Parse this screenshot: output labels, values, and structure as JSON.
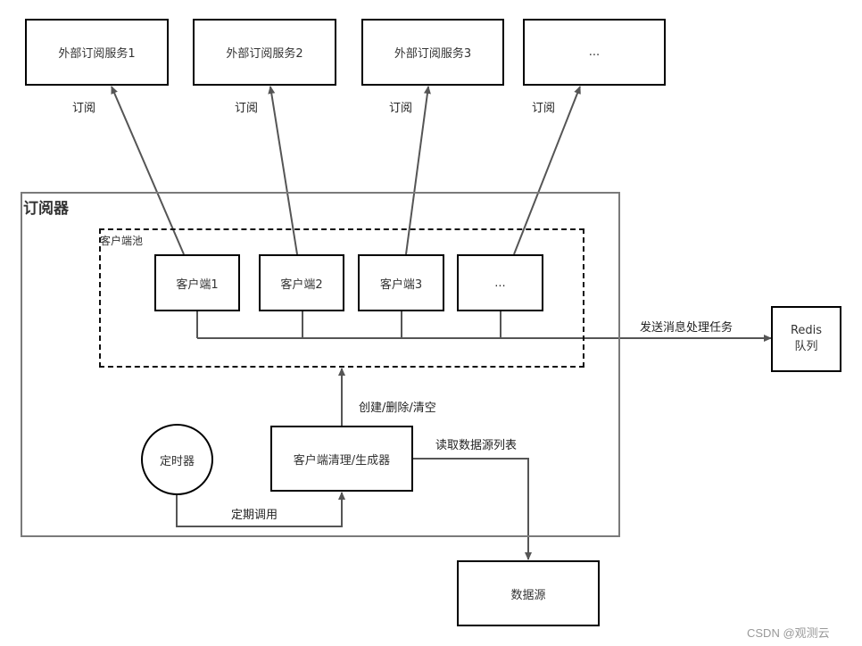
{
  "external_services": [
    {
      "label": "外部订阅服务1",
      "edge_label": "订阅"
    },
    {
      "label": "外部订阅服务2",
      "edge_label": "订阅"
    },
    {
      "label": "外部订阅服务3",
      "edge_label": "订阅"
    },
    {
      "label": "...",
      "edge_label": "订阅"
    }
  ],
  "subscriber": {
    "title": "订阅器",
    "client_pool": {
      "title": "客户端池",
      "clients": [
        "客户端1",
        "客户端2",
        "客户端3",
        "..."
      ]
    },
    "timer": {
      "label": "定时器"
    },
    "generator": {
      "label": "客户端清理/生成器"
    },
    "edges": {
      "timer_to_generator": "定期调用",
      "generator_to_pool": "创建/删除/清空",
      "generator_to_datasource": "读取数据源列表",
      "pool_to_redis": "发送消息处理任务"
    }
  },
  "redis_queue": {
    "line1": "Redis",
    "line2": "队列"
  },
  "data_source": {
    "label": "数据源"
  },
  "watermark": "CSDN @观测云"
}
